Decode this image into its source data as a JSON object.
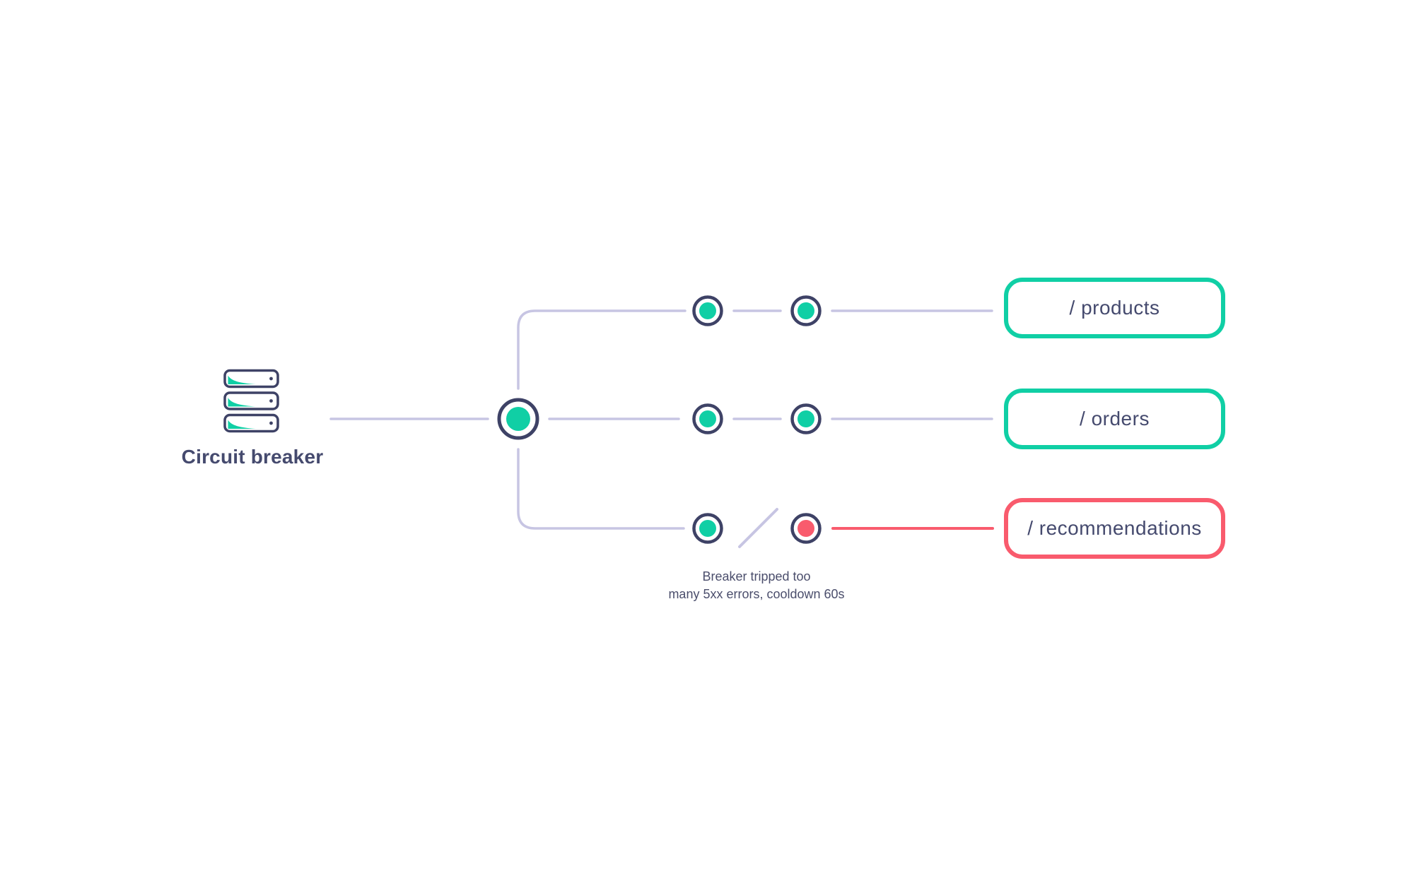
{
  "source": {
    "label": "Circuit breaker",
    "icon": "server-stack"
  },
  "routes": [
    {
      "id": "products",
      "label": "/ products",
      "status": "healthy"
    },
    {
      "id": "orders",
      "label": "/ orders",
      "status": "healthy"
    },
    {
      "id": "recommendations",
      "label": "/ recommendations",
      "status": "tripped"
    }
  ],
  "caption": {
    "line1": "Breaker tripped too",
    "line2": "many 5xx errors, cooldown 60s"
  },
  "colors": {
    "healthy_teal": "#10cfa5",
    "tripped_red": "#f95b6d",
    "line_lavender": "#c7c5e3",
    "outline_navy": "#3e4266",
    "label_dark": "#454a6e",
    "caption_gray": "#4b4e6c",
    "background": "#ffffff"
  }
}
